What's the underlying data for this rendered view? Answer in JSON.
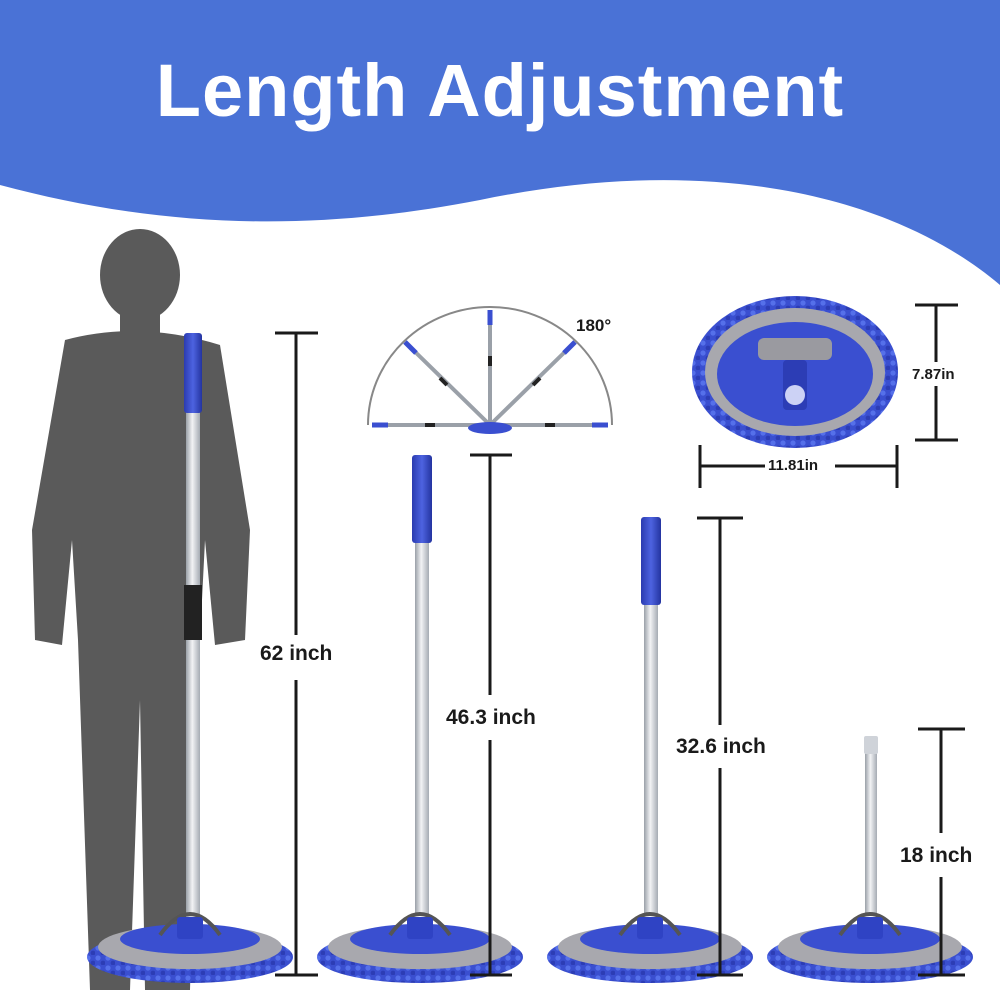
{
  "header": {
    "title": "Length Adjustment"
  },
  "colors": {
    "banner": "#4a72d6",
    "mop_blue": "#3a4fd0",
    "handle": "#c9cdd3",
    "silhouette": "#5a5a5a",
    "pad_grey": "#9a9aa0"
  },
  "rotation": {
    "angle_label": "180°"
  },
  "mop_head": {
    "width_label": "11.81in",
    "height_label": "7.87in"
  },
  "lengths": [
    {
      "label": "62 inch"
    },
    {
      "label": "46.3 inch"
    },
    {
      "label": "32.6 inch"
    },
    {
      "label": "18 inch"
    }
  ]
}
